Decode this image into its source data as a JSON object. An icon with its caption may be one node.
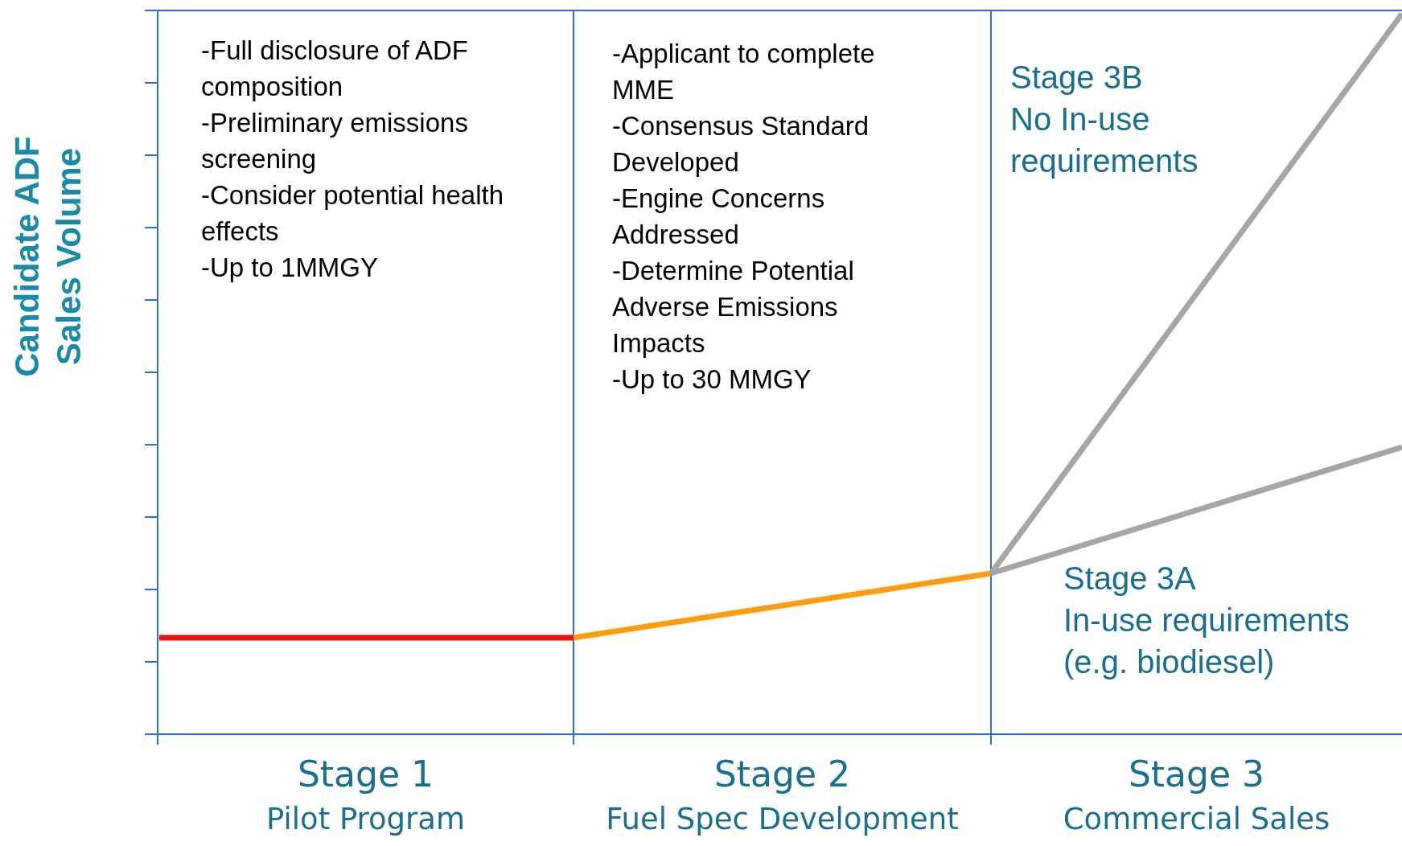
{
  "diagram": {
    "labels": [
      "Candidate ADF Sales Volume",
      "-Full disclosure of ADF composition",
      "-Preliminary emissions screening",
      "-Consider potential health effects",
      "-Up to 1MMGY",
      "-Applicant to complete MME",
      "-Consensus Standard Developed",
      "-Engine Concerns Addressed",
      "-Determine Potential Adverse Emissions Impacts",
      "-Up to 30 MMGY",
      "Stage 3B",
      "No In-use requirements",
      "Stage 3A",
      "In-use requirements (e.g. biodiesel)",
      "Stage 1",
      "Pilot Program",
      "Stage 2",
      "Fuel Spec Development",
      "Stage 3",
      "Commercial Sales"
    ]
  }
}
